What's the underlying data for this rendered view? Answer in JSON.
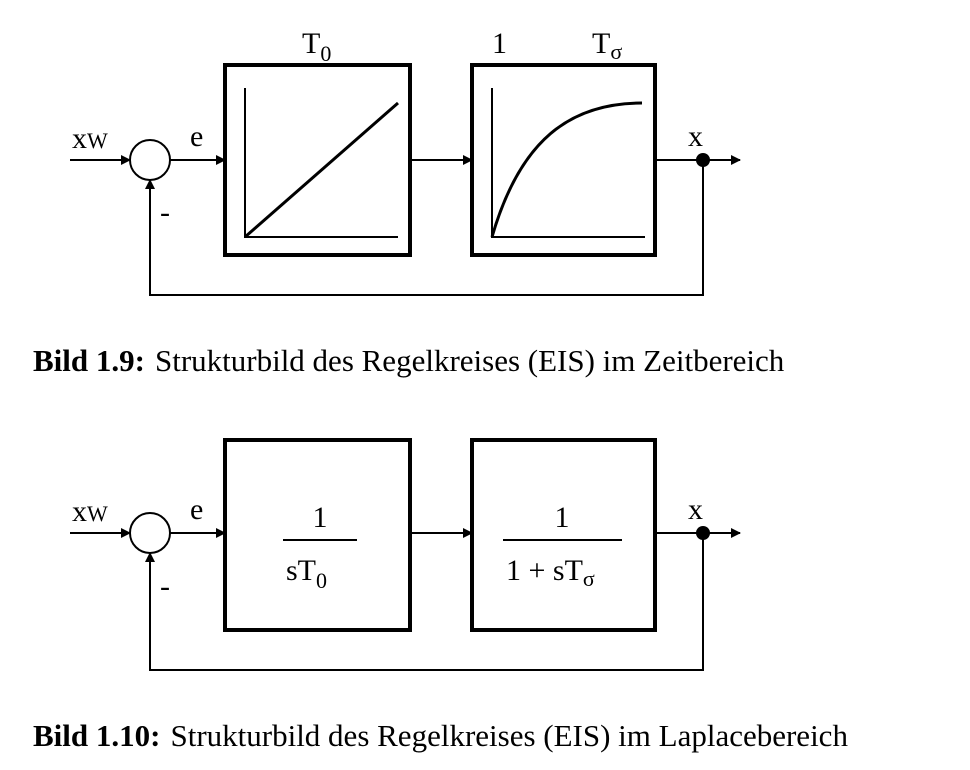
{
  "diagram1": {
    "label_T0_main": "T",
    "label_T0_sub": "0",
    "label_one": "1",
    "label_Ts_main": "T",
    "label_Ts_sub": "σ",
    "input_main": "x",
    "input_sub": "W",
    "error": "e",
    "output": "x",
    "feedback_sign": "-",
    "caption_bold": "Bild 1.9:",
    "caption_text": "Strukturbild des Regelkreises (EIS) im Zeitbereich"
  },
  "diagram2": {
    "input_main": "x",
    "input_sub": "W",
    "error": "e",
    "output": "x",
    "feedback_sign": "-",
    "block1_num": "1",
    "block1_den_main": "sT",
    "block1_den_sub": "0",
    "block2_num": "1",
    "block2_den_main": "1 + sT",
    "block2_den_sub": "σ",
    "caption_bold": "Bild 1.10:",
    "caption_text": "Strukturbild des Regelkreises (EIS) im Laplacebereich"
  }
}
